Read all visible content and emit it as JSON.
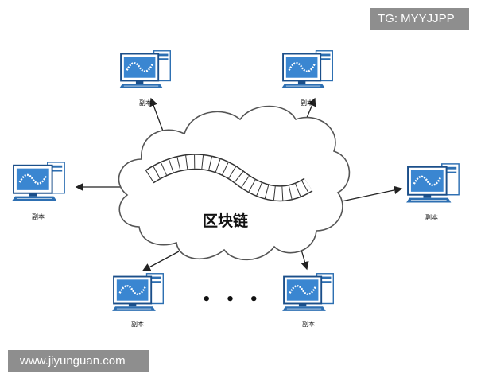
{
  "watermark_top": "TG: MYYJJPP",
  "watermark_bottom": "www.jiyunguan.com",
  "cloud_label": "区块链",
  "ellipsis": "• • •",
  "node_label": "副本",
  "colors": {
    "screen": "#3a86d1",
    "screen_dark": "#1b4f8a",
    "frame": "#2d6fb2",
    "cloud_stroke": "#555555",
    "arrow": "#222222"
  }
}
